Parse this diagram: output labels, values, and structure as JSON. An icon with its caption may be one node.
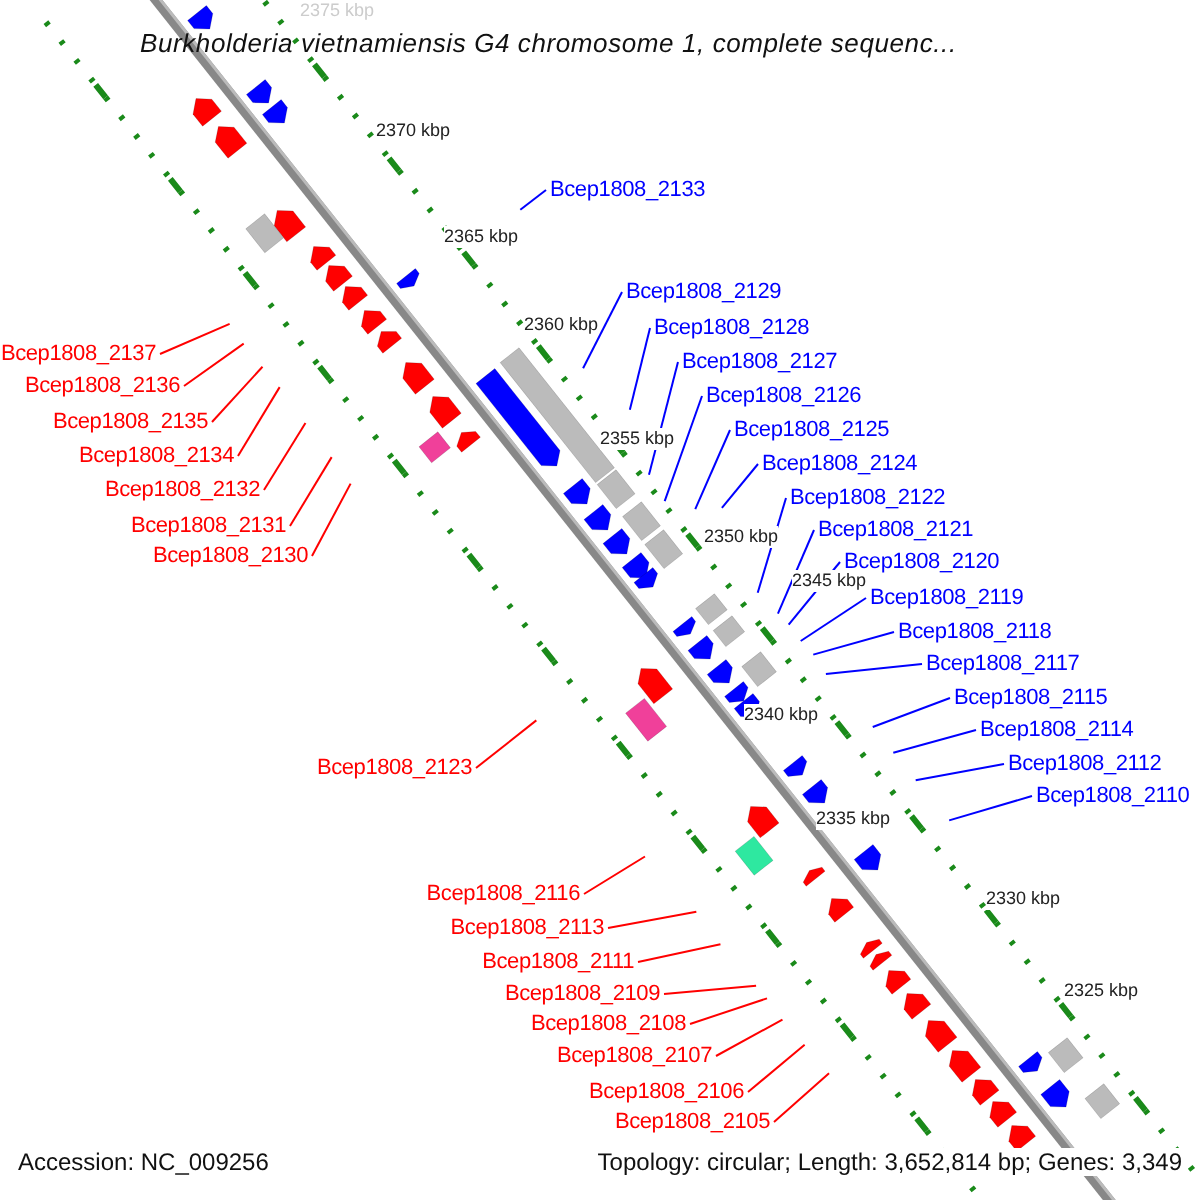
{
  "diagram": {
    "title": "Burkholderia vietnamiensis G4 chromosome 1, complete sequenc...",
    "nodes": [
      {
        "text": [
          "Bcep1808_2133"
        ]
      },
      {
        "text": [
          "Bcep1808_2129"
        ]
      },
      {
        "text": [
          "Bcep1808_2128"
        ]
      },
      {
        "text": [
          "Bcep1808_2137"
        ]
      },
      {
        "text": [
          "Bcep1808_2127"
        ]
      },
      {
        "text": [
          "Bcep1808_2136"
        ]
      },
      {
        "text": [
          "Bcep1808_2126"
        ]
      },
      {
        "text": [
          "Bcep1808_2135"
        ]
      },
      {
        "text": [
          "Bcep1808_2125"
        ]
      },
      {
        "text": [
          "Bcep1808_2134"
        ]
      },
      {
        "text": [
          "Bcep1808_2124"
        ]
      },
      {
        "text": [
          "Bcep1808_2132"
        ]
      },
      {
        "text": [
          "Bcep1808_2122"
        ]
      },
      {
        "text": [
          "Bcep1808_2131"
        ]
      },
      {
        "text": [
          "Bcep1808_2121"
        ]
      },
      {
        "text": [
          "Bcep1808_2130"
        ]
      },
      {
        "text": [
          "Bcep1808_2120"
        ]
      },
      {
        "text": [
          "Bcep1808_2119"
        ]
      },
      {
        "text": [
          "Bcep1808_2118"
        ]
      },
      {
        "text": [
          "Bcep1808_2117"
        ]
      },
      {
        "text": [
          "Bcep1808_2115"
        ]
      },
      {
        "text": [
          "Bcep1808_2114"
        ]
      },
      {
        "text": [
          "Bcep1808_2123"
        ]
      },
      {
        "text": [
          "Bcep1808_2112"
        ]
      },
      {
        "text": [
          "Bcep1808_2110"
        ]
      },
      {
        "text": [
          "Bcep1808_2116"
        ]
      },
      {
        "text": [
          "Bcep1808_2113"
        ]
      },
      {
        "text": [
          "Bcep1808_2111"
        ]
      },
      {
        "text": [
          "Bcep1808_2109"
        ]
      },
      {
        "text": [
          "Bcep1808_2108"
        ]
      },
      {
        "text": [
          "Bcep1808_2107"
        ]
      },
      {
        "text": [
          "Bcep1808_2106"
        ]
      },
      {
        "text": [
          "Bcep1808_2105"
        ]
      }
    ],
    "edges": [
      {
        "from": 0,
        "to": null,
        "arrow": "none"
      },
      {
        "from": 1,
        "to": null,
        "arrow": "none"
      },
      {
        "from": 2,
        "to": null,
        "arrow": "none"
      },
      {
        "from": 3,
        "to": null,
        "arrow": "none",
        "color": "#ff0000"
      },
      {
        "from": 4,
        "to": null,
        "arrow": "none"
      },
      {
        "from": 5,
        "to": null,
        "arrow": "none",
        "color": "#ff0000"
      },
      {
        "from": 6,
        "to": null,
        "arrow": "none"
      },
      {
        "from": 7,
        "to": null,
        "arrow": "none",
        "color": "#ff0000"
      },
      {
        "from": 8,
        "to": null,
        "arrow": "none"
      },
      {
        "from": 9,
        "to": null,
        "arrow": "none",
        "color": "#ff0000"
      },
      {
        "from": 10,
        "to": null,
        "arrow": "none"
      },
      {
        "from": 11,
        "to": null,
        "arrow": "none",
        "color": "#ff0000"
      },
      {
        "from": 12,
        "to": null,
        "arrow": "none"
      },
      {
        "from": 13,
        "to": null,
        "arrow": "none",
        "color": "#ff0000"
      },
      {
        "from": 14,
        "to": null,
        "arrow": "none"
      },
      {
        "from": 15,
        "to": null,
        "arrow": "none",
        "color": "#ff0000"
      },
      {
        "from": 16,
        "to": null,
        "arrow": "none"
      },
      {
        "from": 17,
        "to": null,
        "arrow": "none"
      },
      {
        "from": 18,
        "to": null,
        "arrow": "none"
      },
      {
        "from": 19,
        "to": null,
        "arrow": "none"
      },
      {
        "from": 20,
        "to": null,
        "arrow": "none"
      },
      {
        "from": 21,
        "to": null,
        "arrow": "none"
      },
      {
        "from": 22,
        "to": null,
        "arrow": "none",
        "color": "#ff0000"
      },
      {
        "from": 23,
        "to": null,
        "arrow": "none"
      },
      {
        "from": 24,
        "to": null,
        "arrow": "none"
      },
      {
        "from": 25,
        "to": null,
        "arrow": "none",
        "color": "#ff0000"
      },
      {
        "from": 26,
        "to": null,
        "arrow": "none",
        "color": "#ff0000"
      },
      {
        "from": 27,
        "to": null,
        "arrow": "none",
        "color": "#ff0000"
      },
      {
        "from": 28,
        "to": null,
        "arrow": "none",
        "color": "#ff0000"
      },
      {
        "from": 29,
        "to": null,
        "arrow": "none",
        "color": "#ff0000"
      },
      {
        "from": 30,
        "to": null,
        "arrow": "none",
        "color": "#ff0000"
      },
      {
        "from": 31,
        "to": null,
        "arrow": "none",
        "color": "#ff0000"
      },
      {
        "from": 32,
        "to": null,
        "arrow": "none",
        "color": "#ff0000"
      }
    ],
    "labels": [
      "2375 kbp",
      "2370 kbp",
      "2365 kbp",
      "2360 kbp",
      "2355 kbp",
      "2350 kbp",
      "2345 kbp",
      "2340 kbp",
      "2335 kbp",
      "2330 kbp",
      "2325 kbp",
      "Accession: NC_009256",
      "Topology: circular; Length: 3,652,814 bp; Genes: 3,349"
    ]
  }
}
